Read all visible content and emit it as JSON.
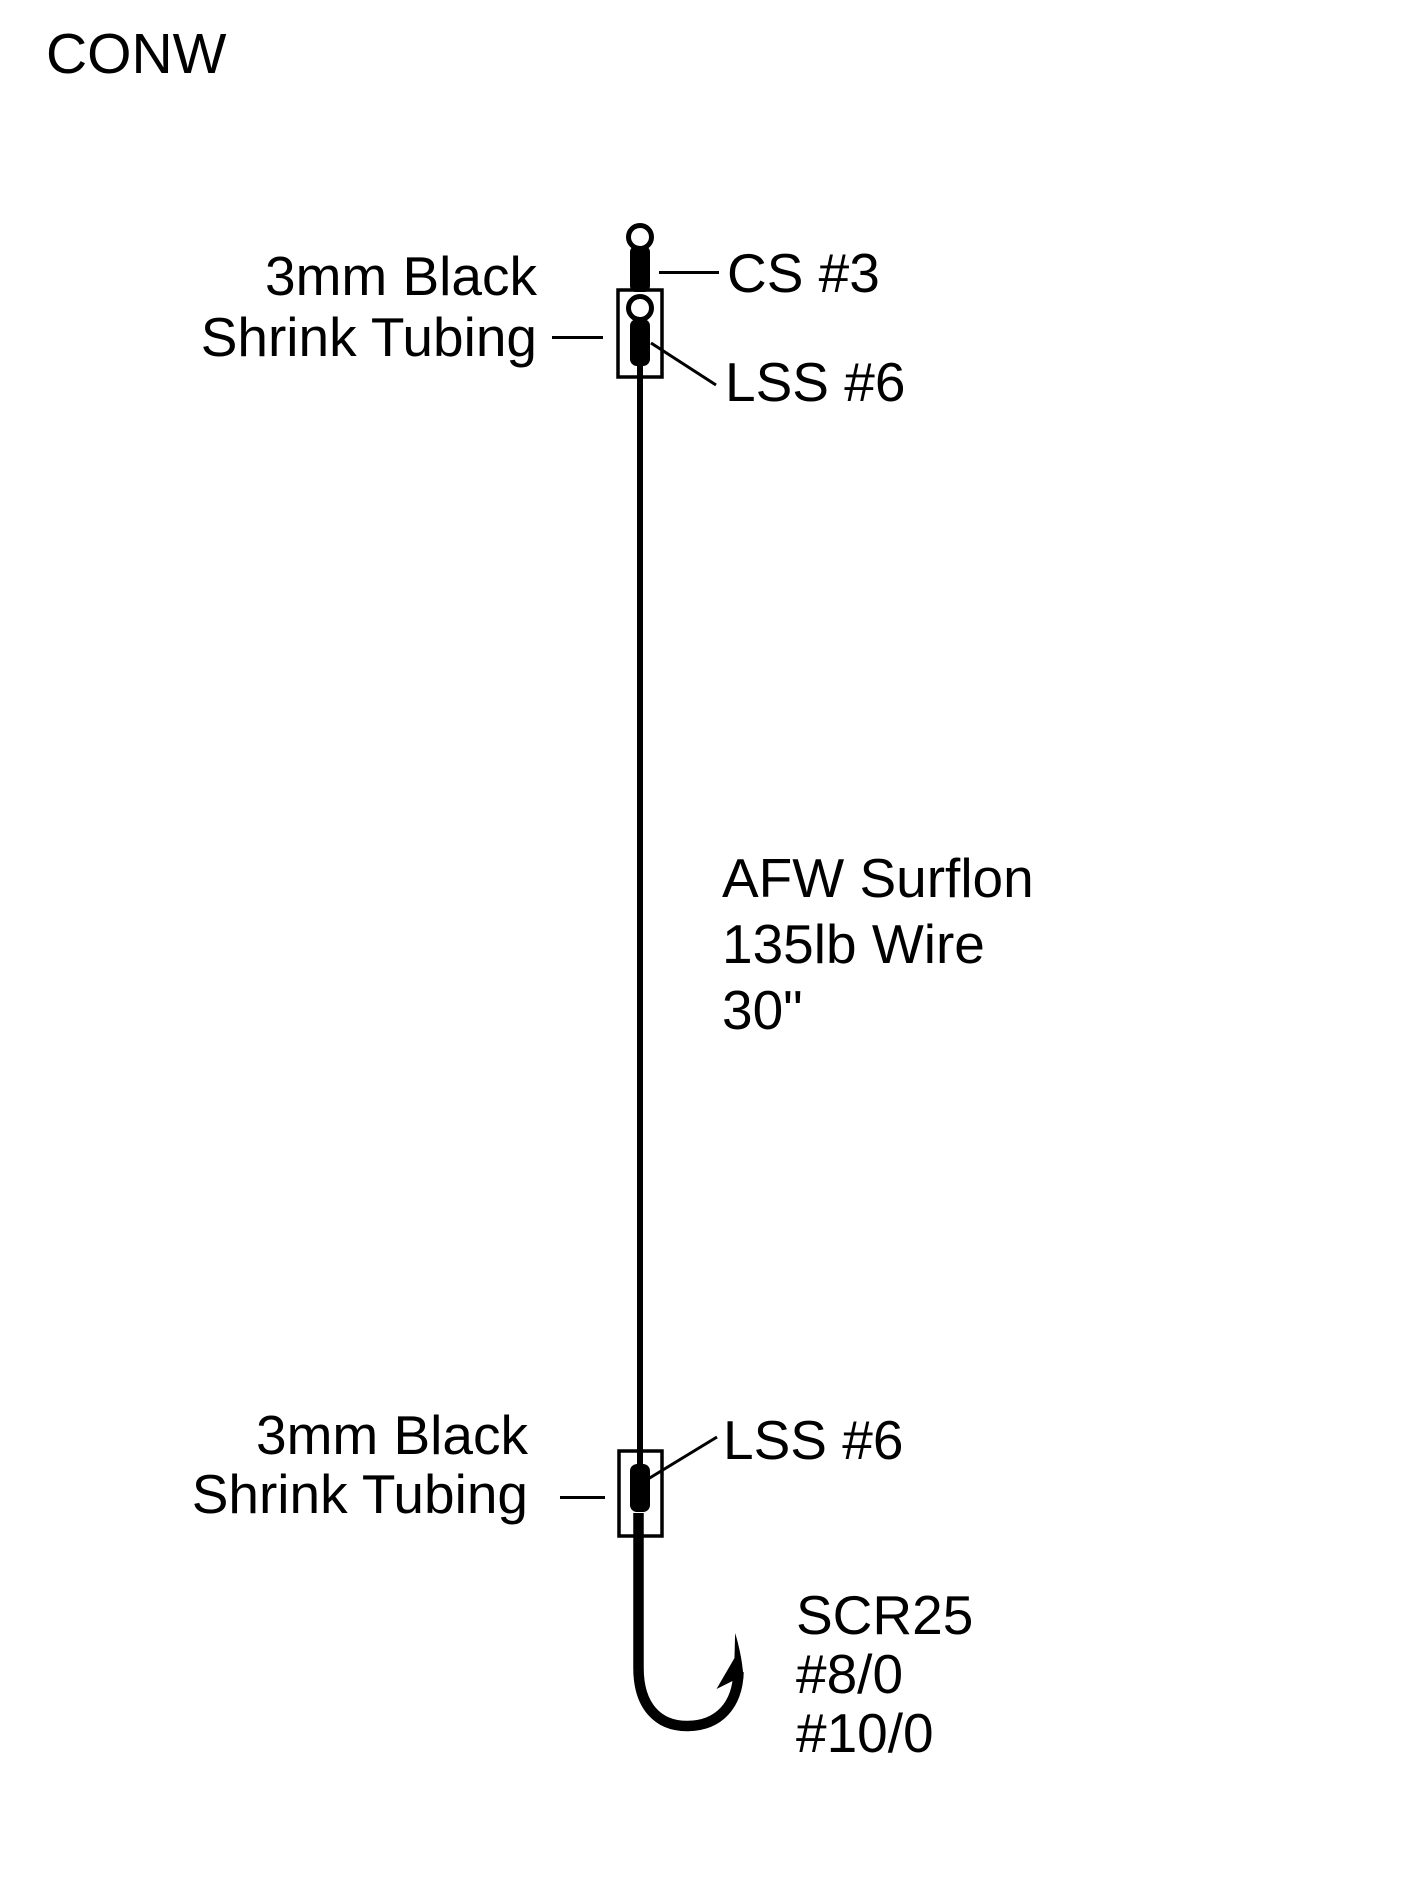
{
  "title": "CONW",
  "colors": {
    "ink": "#000000",
    "paper": "#ffffff"
  },
  "labels": {
    "top_tubing": {
      "line1": "3mm Black",
      "line2": "Shrink Tubing"
    },
    "clip": "CS #3",
    "top_swivel": "LSS #6",
    "wire": {
      "line1": "AFW Surflon",
      "line2": "135lb Wire",
      "line3": "30\""
    },
    "bottom_tubing": {
      "line1": "3mm Black",
      "line2": "Shrink Tubing"
    },
    "bottom_swivel": "LSS #6",
    "hook": {
      "line1": "SCR25",
      "line2": "#8/0",
      "line3": "#10/0"
    }
  }
}
